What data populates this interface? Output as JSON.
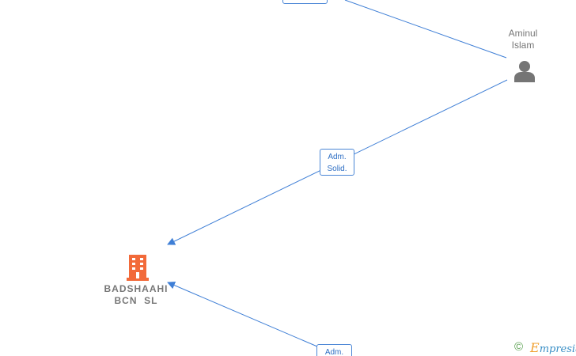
{
  "nodes": {
    "person": {
      "name_line1": "Aminul",
      "name_line2": "Islam",
      "icon": "person-icon"
    },
    "company": {
      "name_line1": "BADSHAAHI",
      "name_line2": "BCN  SL",
      "icon": "building-icon"
    }
  },
  "edges": [
    {
      "label_line1": "Adm.",
      "label_line2": "Solid."
    },
    {
      "label_line1": "Adm.",
      "label_line2": ""
    },
    {
      "label_line1": "",
      "label_line2": ""
    }
  ],
  "colors": {
    "edge": "#3f7fd6",
    "company_icon": "#f26a3a",
    "person_icon": "#757575",
    "text": "#777777"
  },
  "watermark": {
    "copyright_symbol": "©",
    "brand_initial": "E",
    "brand_rest": "mpresia"
  }
}
